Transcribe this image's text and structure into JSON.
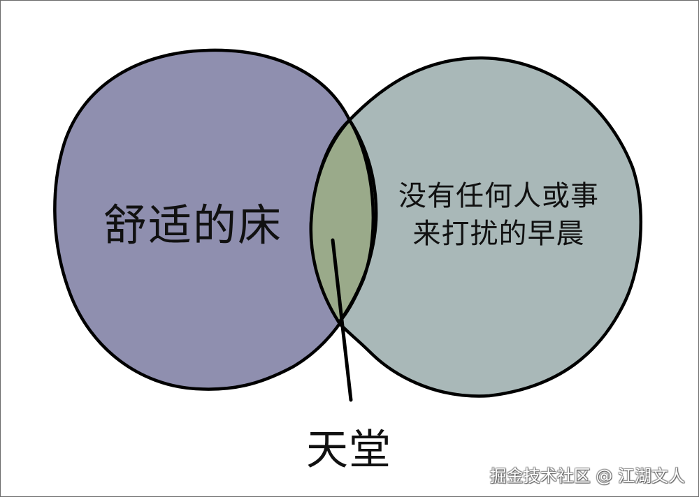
{
  "diagram": {
    "type": "venn",
    "sets": [
      {
        "id": "left",
        "label": "舒适的床",
        "fill": "#8F8FAF"
      },
      {
        "id": "right",
        "label_lines": [
          "没有任何人或事",
          "来打扰的早晨"
        ],
        "fill": "#A9B8B8"
      }
    ],
    "intersection": {
      "label": "天堂",
      "fill": "#9AAA8A"
    },
    "outline_color": "#000000",
    "background": "#FFFFFF"
  },
  "watermark": {
    "text": "掘金技术社区 @ 江湖文人"
  }
}
